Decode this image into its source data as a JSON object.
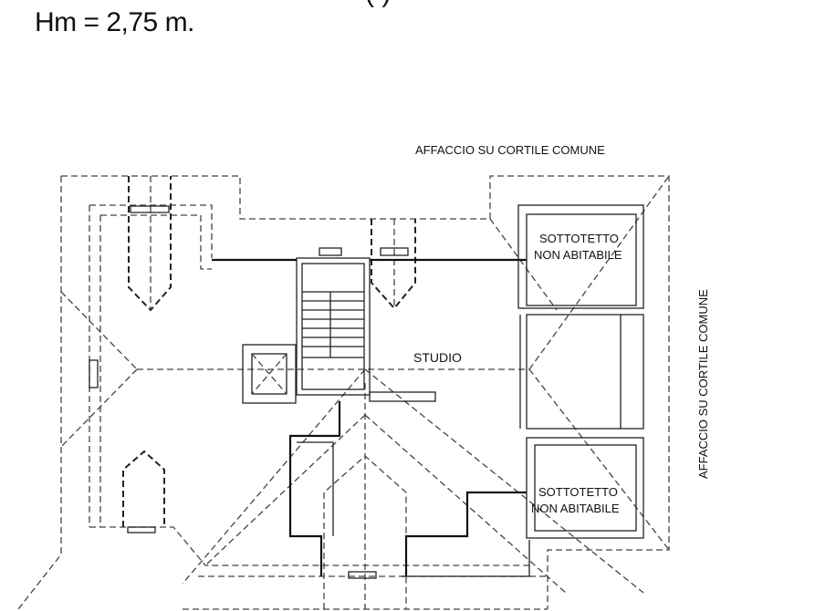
{
  "header": {
    "partial_line": "(            )",
    "height_note": "Hm = 2,75 m."
  },
  "plan": {
    "top_label": "AFFACCIO SU CORTILE COMUNE",
    "right_label": "AFFACCIO SU CORTILE COMUNE",
    "rooms": [
      {
        "name": "studio",
        "lines": [
          "STUDIO"
        ]
      },
      {
        "name": "sottotetto-top",
        "lines": [
          "SOTTOTETTO",
          "NON ABITABILE"
        ]
      },
      {
        "name": "sottotetto-bottom",
        "lines": [
          "SOTTOTETTO",
          "NON ABITABILE"
        ]
      }
    ]
  }
}
